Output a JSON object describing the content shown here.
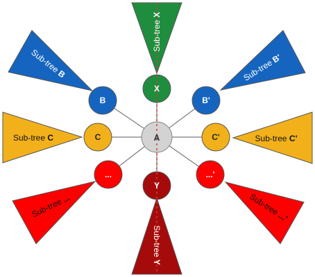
{
  "colors": {
    "blue": "#1565c0",
    "green": "#1e8e3e",
    "orange": "#f2b11b",
    "red": "#ff0000",
    "dark_red": "#a50b0b",
    "gray": "#d3d3d3",
    "edge": "#7a7a7a",
    "axis": "#d63a3a"
  },
  "center_node": {
    "label": "A"
  },
  "nodes": {
    "x": {
      "label": "X"
    },
    "y": {
      "label": "Y"
    },
    "b": {
      "label": "B"
    },
    "b_prime": {
      "label": "B'"
    },
    "c": {
      "label": "C"
    },
    "c_prime": {
      "label": "C'"
    },
    "dots": {
      "label": "..."
    },
    "dots_prime": {
      "label": "...'"
    }
  },
  "subtrees": {
    "x": {
      "prefix": "Sub-tree ",
      "name": "X"
    },
    "y": {
      "prefix": "Sub-tree ",
      "name": "Y"
    },
    "b": {
      "prefix": "Sub-tree ",
      "name": "B"
    },
    "b_prime": {
      "prefix": "Sub-tree ",
      "name": "B'"
    },
    "c": {
      "prefix": "Sub-tree ",
      "name": "C"
    },
    "c_prime": {
      "prefix": "Sub-tree ",
      "name": "C'"
    },
    "dots": {
      "prefix": "Sub-tree ",
      "name": "..."
    },
    "dots_prime": {
      "prefix": "Sub-tree ",
      "name": "...'"
    }
  }
}
